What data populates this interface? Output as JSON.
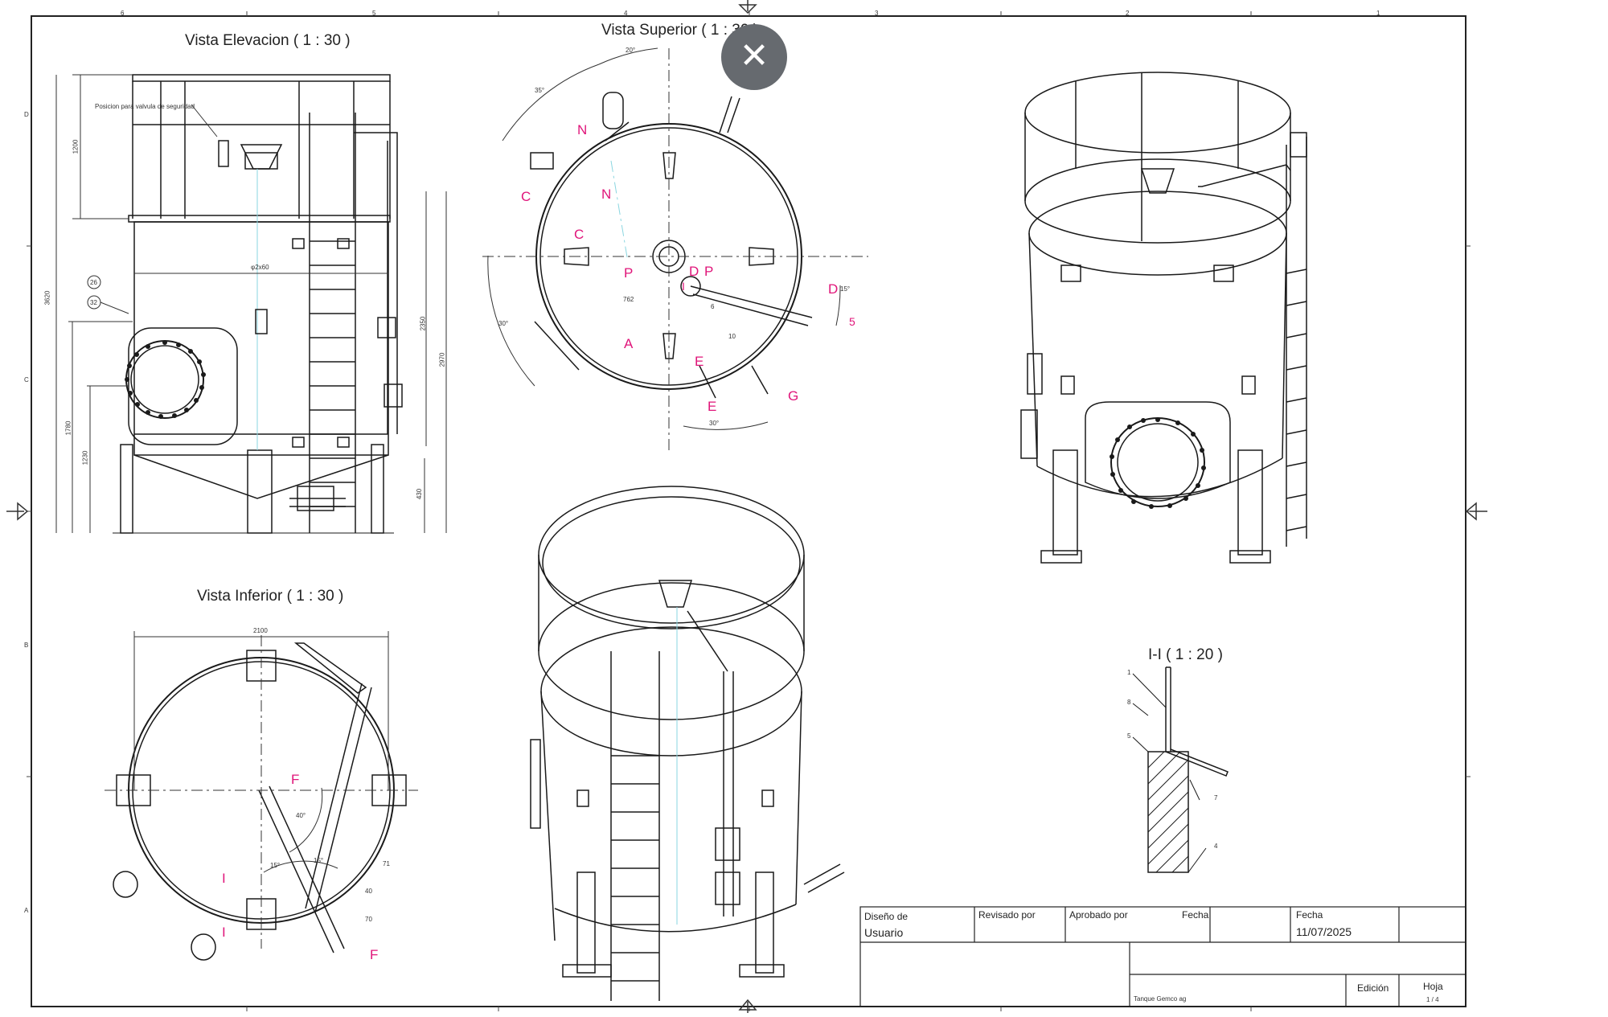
{
  "sheet": {
    "views": {
      "elevation": "Vista Elevacion ( 1 : 30 )",
      "top": "Vista Superior ( 1 : 30 )",
      "bottom": "Vista Inferior ( 1 : 30 )",
      "detail": "I-I ( 1 : 20 )"
    },
    "zone_numbers_top": [
      "6",
      "5",
      "4",
      "3",
      "2",
      "1"
    ],
    "zone_letters_left": [
      "D",
      "C",
      "B",
      "A"
    ],
    "notes": {
      "safety_valve": "Posicion para valvula de seguridad"
    },
    "elevation_dims": [
      "1200",
      "3620",
      "1780",
      "1230",
      "φ2x60",
      "2350",
      "2970",
      "430"
    ],
    "elevation_balloons": [
      "26",
      "32"
    ],
    "top_labels": [
      "N",
      "N",
      "C",
      "C",
      "P",
      "P",
      "D",
      "D",
      "A",
      "E",
      "E",
      "G",
      "I",
      "5"
    ],
    "top_dims": [
      "20°",
      "35°",
      "30°",
      "15°",
      "762",
      "30°"
    ],
    "top_balloons": [
      "6",
      "10"
    ],
    "bottom_dims": [
      "2100",
      "40°",
      "15°",
      "15°"
    ],
    "bottom_labels": [
      "F",
      "F",
      "I",
      "I"
    ],
    "bottom_balloons": [
      "71",
      "40",
      "70"
    ],
    "detail_balloons": [
      "1",
      "8",
      "5",
      "7",
      "4"
    ]
  },
  "title_block": {
    "designed_by_label": "Diseño de",
    "designed_by_value": "Usuario",
    "reviewed_by_label": "Revisado por",
    "approved_by_label": "Aprobado por",
    "date_label_1": "Fecha",
    "date_label_2": "Fecha",
    "date_value": "11/07/2025",
    "drawing_title": "Tanque Gemco ag",
    "edition_label": "Edición",
    "sheet_label": "Hoja",
    "sheet_value": "1 / 4"
  },
  "close_button": {
    "icon": "close-icon",
    "label": "✕"
  },
  "colors": {
    "accent": "#e0157a",
    "line": "#1a1a1a",
    "button": "#666a6f",
    "centerline": "#8ad6e0"
  }
}
